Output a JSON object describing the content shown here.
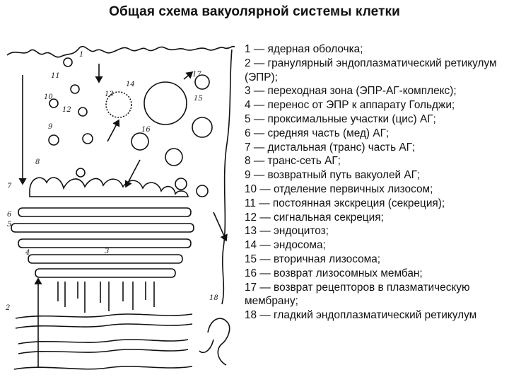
{
  "title": "Общая схема вакуолярной системы клетки",
  "legend": [
    "1 — ядерная оболочка;",
    "2 — гранулярный эндоплазматический ретикулум (ЭПР);",
    "3 — переходная зона (ЭПР-АГ-комплекс);",
    "4 — перенос от ЭПР к аппарату Гольджи;",
    "5 — проксимальные участки (цис) АГ;",
    "6 — средняя часть (мед) АГ;",
    "7 — дистальная (транс) часть АГ;",
    "8 — транс-сеть АГ;",
    "9 — возвратный путь вакуолей АГ;",
    "10 — отделение первичных лизосом;",
    "11 — постоянная экскреция (секреция);",
    "12 — сигнальная секреция;",
    "13 — эндоцитоз;",
    "14 — эндосома;",
    "15 — вторичная лизосома;",
    "16 — возврат лизосомных мембан;",
    "17 — возврат рецепторов в плазматическую мембрану;",
    "18 — гладкий эндоплазматический ретикулум"
  ],
  "diagram_labels": [
    "1",
    "2",
    "3",
    "4",
    "5",
    "6",
    "7",
    "8",
    "9",
    "10",
    "11",
    "12",
    "13",
    "14",
    "15",
    "16",
    "17",
    "18"
  ]
}
